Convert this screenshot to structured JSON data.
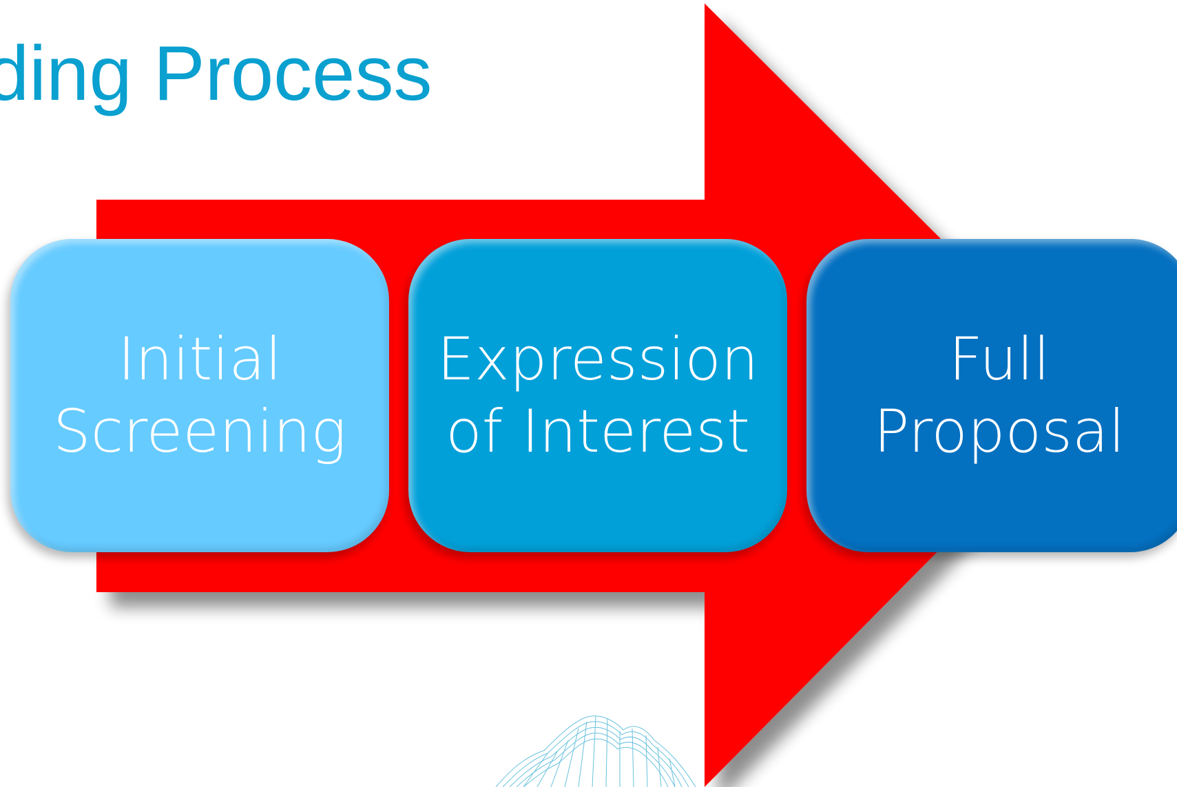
{
  "title": "ding Process",
  "colors": {
    "title": "#0aa0cf",
    "arrow": "#ff0000",
    "stage_1": "#66cbff",
    "stage_2": "#02a0d9",
    "stage_3": "#0470c0",
    "stage_text": "#ffffff",
    "terrain": "#4fb8d8"
  },
  "stages": [
    {
      "line1": "Initial",
      "line2": "Screening"
    },
    {
      "line1": "Expression",
      "line2": "of Interest"
    },
    {
      "line1": "Full",
      "line2": "Proposal"
    }
  ]
}
